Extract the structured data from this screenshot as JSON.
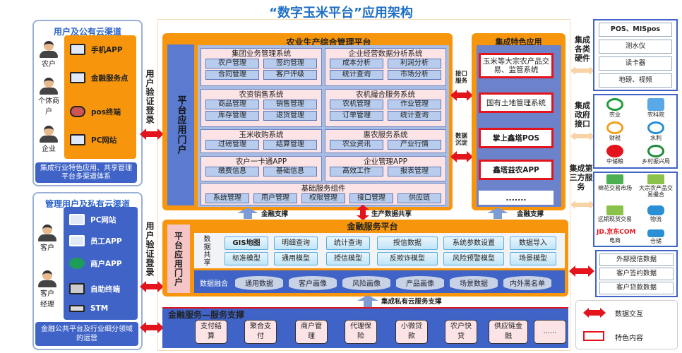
{
  "title": "“数字玉米平台”应用架构",
  "public_channel": {
    "title": "用户及公有云渠道",
    "users": [
      "农户",
      "个体商户",
      "企业"
    ],
    "channels": [
      "手机APP",
      "金融服务点",
      "pos终端",
      "PC网站"
    ],
    "note": "集成行业特色应用、共享管理平台多渠道体系"
  },
  "private_channel": {
    "title": "管理用户及私有云渠道",
    "users": [
      "客户",
      "客户经理"
    ],
    "channels": [
      "PC网站",
      "员工APP",
      "商户APP",
      "自助终端",
      "STM"
    ],
    "note": "金融公共平台及行业细分领域的运营"
  },
  "auth_label": "用户验证登录",
  "agri_platform": {
    "title": "农业生产综合管理平台",
    "portal": "平台应用门户",
    "systems": [
      {
        "name": "集团业务管理系统",
        "items": [
          "农户管理",
          "签约管理",
          "合同管理",
          "客户评级"
        ]
      },
      {
        "name": "企业经营数据分析系统",
        "items": [
          "成本分析",
          "利润分析",
          "统计查询",
          "市场分析"
        ]
      },
      {
        "name": "农资销售系统",
        "items": [
          "商品管理",
          "销售管理",
          "库存管理",
          "退货管理"
        ]
      },
      {
        "name": "农机撮合服务系统",
        "items": [
          "农机管理",
          "作业管理",
          "订单管理",
          "统计查询"
        ]
      },
      {
        "name": "玉米收购系统",
        "items": [
          "过磅管理",
          "结算管理"
        ]
      },
      {
        "name": "惠农服务系统",
        "items": [
          "农业资讯",
          "产业行情"
        ]
      },
      {
        "name": "农户一卡通APP",
        "items": [
          "缴费信息",
          "基础信息"
        ]
      },
      {
        "name": "企业管理APP",
        "items": [
          "高效工作",
          "报表管理"
        ]
      }
    ],
    "base": {
      "name": "基础服务组件",
      "items": [
        "系统管理",
        "用户管理",
        "权限管理",
        "接口管理",
        "供应链"
      ]
    }
  },
  "links": {
    "interface": "接口服务",
    "data": "数据沉淀",
    "fin_support": "金融支撑",
    "share": "生产数据共享",
    "private_cloud": "集成私有云服务支撑"
  },
  "feature_apps": {
    "title": "集成特色应用",
    "items": [
      "玉米等大宗农产品交易、监管系统",
      "国有土地管理系统",
      "掌上鑫塔POS",
      "鑫塔益农APP",
      "......."
    ]
  },
  "fin_platform": {
    "title": "金融服务平台",
    "portal": "平台应用门户",
    "share_label": "数据共享",
    "row1": [
      "GIS地图",
      "明细查询",
      "统计查询",
      "授信数据",
      "系统参数设置",
      "数据导入"
    ],
    "row2": [
      "标准模型",
      "通用模型",
      "授信模型",
      "反欺诈模型",
      "风险预警模型",
      "场景模型"
    ],
    "fusion_label": "数据融合",
    "fusion": [
      "通用数据",
      "客户画像",
      "风险画像",
      "产品画像",
      "场景数据",
      "内外黑名单"
    ]
  },
  "fin_support": {
    "title": "金融服务—服务支撑",
    "items": [
      "支付结算",
      "聚合支付",
      "商户管理",
      "代理保险",
      "小微贷款",
      "农户快贷",
      "供应链金融",
      "......"
    ]
  },
  "hardware": {
    "label": "集成各类硬件",
    "items": [
      "POS、MISpos",
      "测水仪",
      "读卡器",
      "地磅、视频"
    ]
  },
  "gov": {
    "label": "集成政府接口",
    "items": [
      "农业",
      "农科院",
      "财税",
      "水利",
      "中储粮",
      "乡村振兴局"
    ]
  },
  "third": {
    "label": "集成第三方服务",
    "items": [
      "棉花交易市场",
      "大宗农产品交易撮合",
      "远期现货交易",
      "物流",
      "电商",
      "仓储"
    ],
    "jd": "JD.京东COM"
  },
  "ext_data": {
    "items": [
      "外部授信数据",
      "客户签约数据",
      "客户贷款数据"
    ]
  },
  "legend": {
    "arrow": "数据交互",
    "box": "特色内容"
  },
  "colors": {
    "orange": "#f7960c",
    "blue": "#3f63c6",
    "red": "#e3141c",
    "title": "#1f6fc5"
  }
}
